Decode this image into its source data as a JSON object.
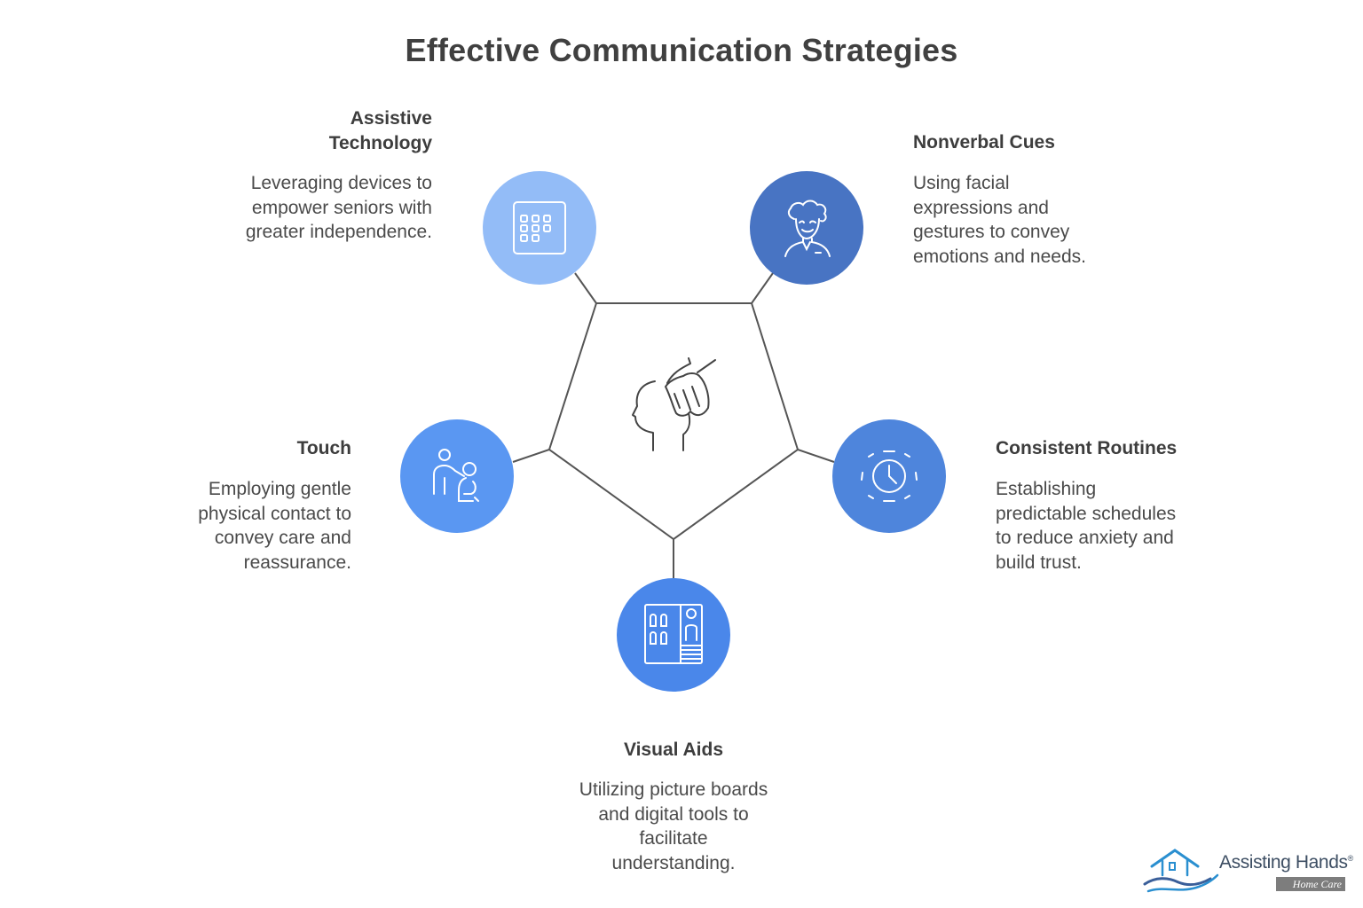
{
  "title": "Effective Communication Strategies",
  "colors": {
    "assistive_technology": "#93bcf7",
    "nonverbal_cues": "#4874c3",
    "touch": "#5a97f2",
    "consistent_routines": "#4e85dc",
    "visual_aids": "#4a87ea",
    "connector": "#555555"
  },
  "strategies": {
    "assistive_technology": {
      "label": "Assistive Technology",
      "description": "Leveraging devices to empower seniors with greater independence.",
      "icon": "tablet-icon"
    },
    "nonverbal_cues": {
      "label": "Nonverbal Cues",
      "description": "Using facial expressions and gestures to convey emotions and needs.",
      "icon": "elder-face-icon"
    },
    "touch": {
      "label": "Touch",
      "description": "Employing gentle physical contact to convey care and reassurance.",
      "icon": "caregiver-icon"
    },
    "consistent_routines": {
      "label": "Consistent Routines",
      "description": "Establishing predictable schedules to reduce anxiety and build trust.",
      "icon": "clock-icon"
    },
    "visual_aids": {
      "label": "Visual Aids",
      "description": "Utilizing picture boards and digital tools to facilitate understanding.",
      "icon": "picture-board-icon"
    }
  },
  "center_icon": "hand-on-head-icon",
  "logo": {
    "name": "Assisting Hands",
    "registered": "®",
    "sub": "Home Care"
  }
}
